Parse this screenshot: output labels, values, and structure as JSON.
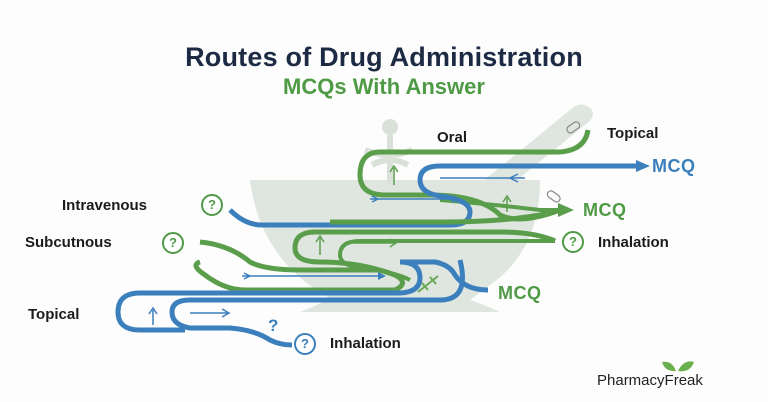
{
  "header": {
    "title": "Routes of Drug Administration",
    "subtitle": "MCQs With Answer"
  },
  "colors": {
    "title": "#1c2a44",
    "green": "#4f9a45",
    "blue": "#3b7fbd",
    "background_shape": "#dfe6df"
  },
  "labels": {
    "oral": "Oral",
    "topical_top": "Topical",
    "intravenous": "Intravenous",
    "subcutnous": "Subcutnous",
    "inhalation_right": "Inhalation",
    "topical_left": "Topical",
    "inhalation_bottom": "Inhalation"
  },
  "outputs": {
    "mcq_blue_top": "MCQ",
    "mcq_green_mid": "MCQ",
    "mcq_green_bottom": "MCQ"
  },
  "icons": {
    "question": "?",
    "background": "mortar-and-pestle-icon",
    "caduceus": "caduceus-icon",
    "capsule": "capsule-icon",
    "syringe": "syringe-icon"
  },
  "brand": {
    "name_part1": "Pharmacy",
    "name_part2": "Freak",
    "leaf_icon": "leaf-icon"
  }
}
